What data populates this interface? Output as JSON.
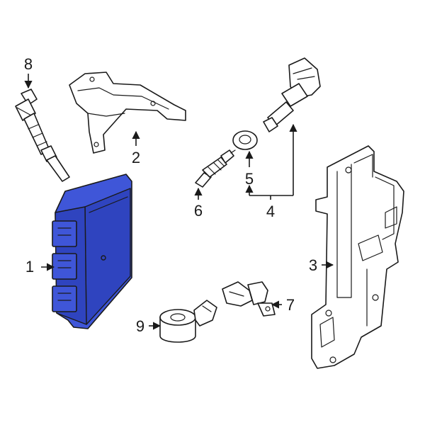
{
  "diagram": {
    "accent_color": "#3f56d8",
    "callouts": [
      "1",
      "2",
      "3",
      "4",
      "5",
      "6",
      "7",
      "8",
      "9"
    ]
  }
}
